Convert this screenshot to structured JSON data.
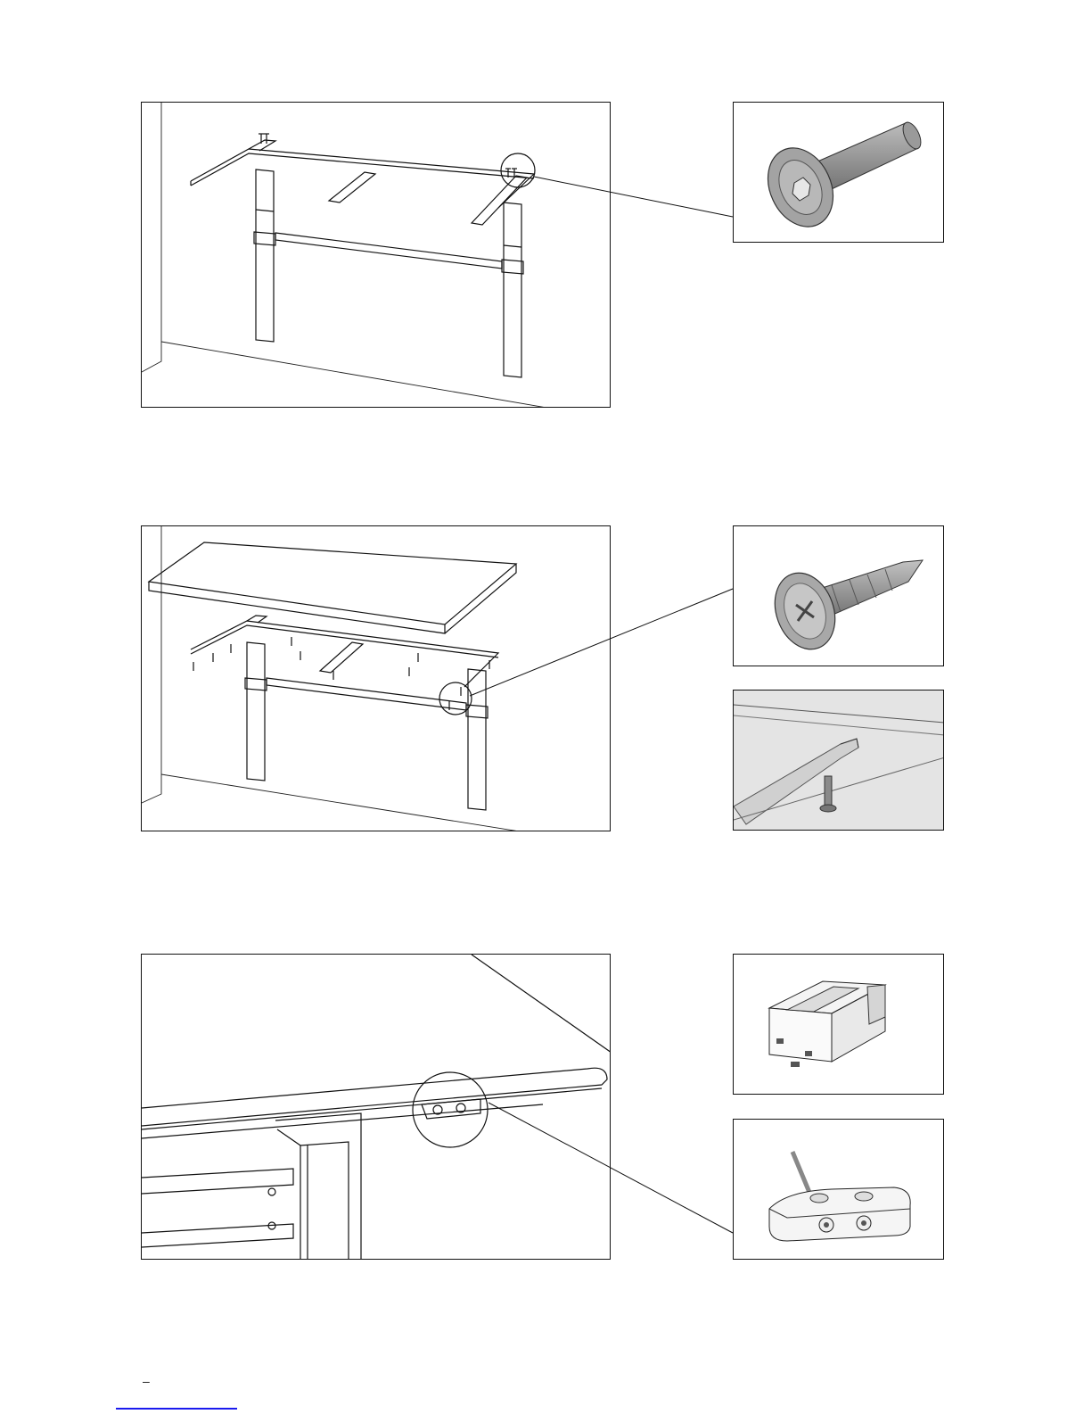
{
  "page": {
    "footer_mark": "–"
  },
  "steps": [
    {
      "main": "frame-with-crossbar-and-top-screws",
      "details": [
        "countersunk-hex-screw"
      ]
    },
    {
      "main": "tabletop-over-frame",
      "details": [
        "pan-head-wood-screw",
        "screw-into-tabletop-underside"
      ]
    },
    {
      "main": "underside-control-mount",
      "details": [
        "control-box-unit",
        "mounting-bracket-with-cable"
      ]
    }
  ],
  "colors": {
    "line": "#111111",
    "screw_fill": "#8a8a8a",
    "detail_shade": "#d9d9d9",
    "footer_link": "#1a1aee"
  }
}
